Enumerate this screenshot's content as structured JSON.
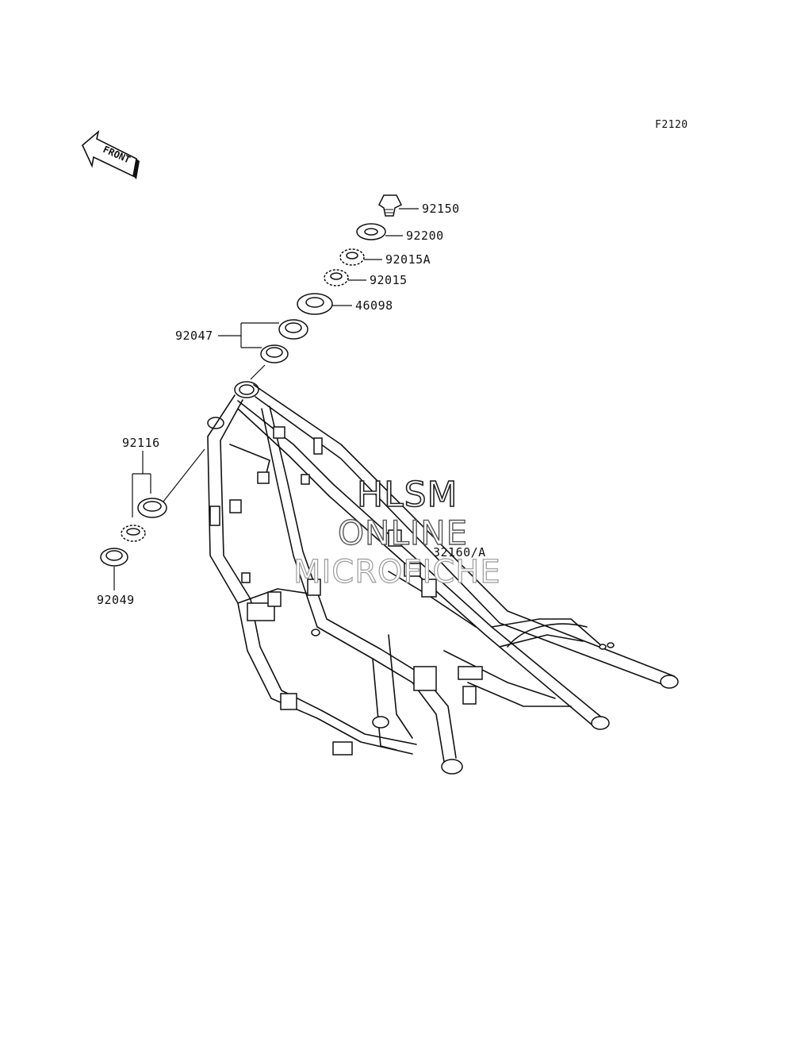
{
  "figure": {
    "code": "F2120"
  },
  "front_arrow": {
    "text": "FRONT",
    "icon": "front-direction-arrow-icon"
  },
  "watermark": {
    "line1": "HLSM",
    "line2": "ONLINE",
    "line3": "MICROFICHE"
  },
  "parts": {
    "p92150": "92150",
    "p92200": "92200",
    "p92015A": "92015A",
    "p92015": "92015",
    "p46098": "46098",
    "p92047": "92047",
    "p92116": "92116",
    "p92049": "92049",
    "p32160": "32160/A"
  }
}
